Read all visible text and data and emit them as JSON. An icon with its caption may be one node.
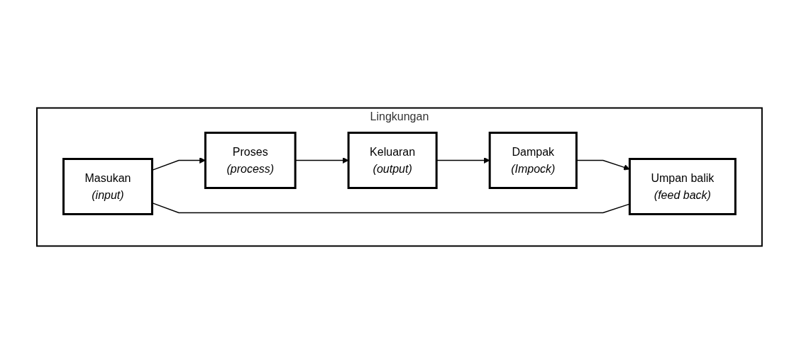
{
  "diagram": {
    "nodes": [
      {
        "text": [
          "Lingkungan"
        ]
      },
      {
        "text": [
          "Masukan",
          "(input)"
        ],
        "in": 0
      },
      {
        "text": [
          "Proses",
          "(process)"
        ],
        "in": 0
      },
      {
        "text": [
          "Keluaran",
          "(output)"
        ],
        "in": 0
      },
      {
        "text": [
          "Dampak",
          "(Impock)"
        ],
        "in": 0
      },
      {
        "text": [
          "Umpan balik",
          "(feed back)"
        ],
        "in": 0
      }
    ],
    "edges": [
      {
        "from": 1,
        "to": 2,
        "arrow": "to"
      },
      {
        "from": 2,
        "to": 3,
        "arrow": "to"
      },
      {
        "from": 3,
        "to": 4,
        "arrow": "to"
      },
      {
        "from": 4,
        "to": 5,
        "arrow": "to"
      },
      {
        "from": 5,
        "to": 1,
        "arrow": "none"
      }
    ]
  }
}
